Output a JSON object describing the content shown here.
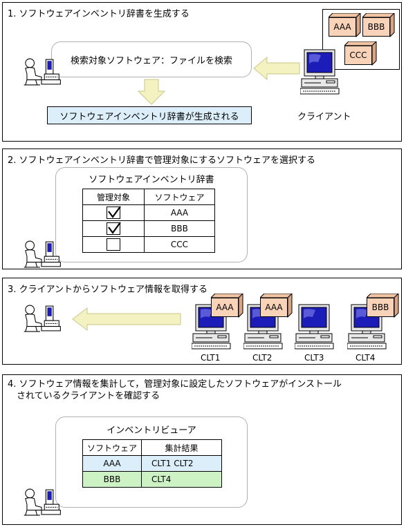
{
  "step1": {
    "title": "1. ソフトウェアインベントリ辞書を生成する",
    "search_label": "検索対象ソフトウェア：ファイルを検索",
    "result_label": "ソフトウェアインベントリ辞書が生成される",
    "client_label": "クライアント",
    "software": [
      "AAA",
      "BBB",
      "CCC"
    ]
  },
  "step2": {
    "title": "2. ソフトウェアインベントリ辞書で管理対象にするソフトウェアを選択する",
    "dict_title": "ソフトウェアインベントリ辞書",
    "headers": [
      "管理対象",
      "ソフトウェア"
    ],
    "rows": [
      {
        "checked": true,
        "name": "AAA"
      },
      {
        "checked": true,
        "name": "BBB"
      },
      {
        "checked": false,
        "name": "CCC"
      }
    ]
  },
  "step3": {
    "title": "3. クライアントからソフトウェア情報を取得する",
    "clients": [
      {
        "label": "CLT1",
        "box": "AAA"
      },
      {
        "label": "CLT2",
        "box": "AAA"
      },
      {
        "label": "CLT3",
        "box": ""
      },
      {
        "label": "CLT4",
        "box": "BBB"
      }
    ]
  },
  "step4": {
    "title_line1": "4. ソフトウェア情報を集計して，管理対象に設定したソフトウェアがインストール",
    "title_line2": "されているクライアントを確認する",
    "viewer_title": "インベントリビューア",
    "headers": [
      "ソフトウェア",
      "集計結果"
    ],
    "rows": [
      {
        "software": "AAA",
        "result": "CLT1   CLT2",
        "color": "#dceefa"
      },
      {
        "software": "BBB",
        "result": "CLT4",
        "color": "#cdf3c5"
      }
    ]
  },
  "colors": {
    "arrow_fill": "#f4f2c0",
    "arrow_stroke": "#c9c78a",
    "result_box": "#dceefa",
    "monitor_screen": "#1c1cb8",
    "box_front": "#f8d3b8"
  }
}
